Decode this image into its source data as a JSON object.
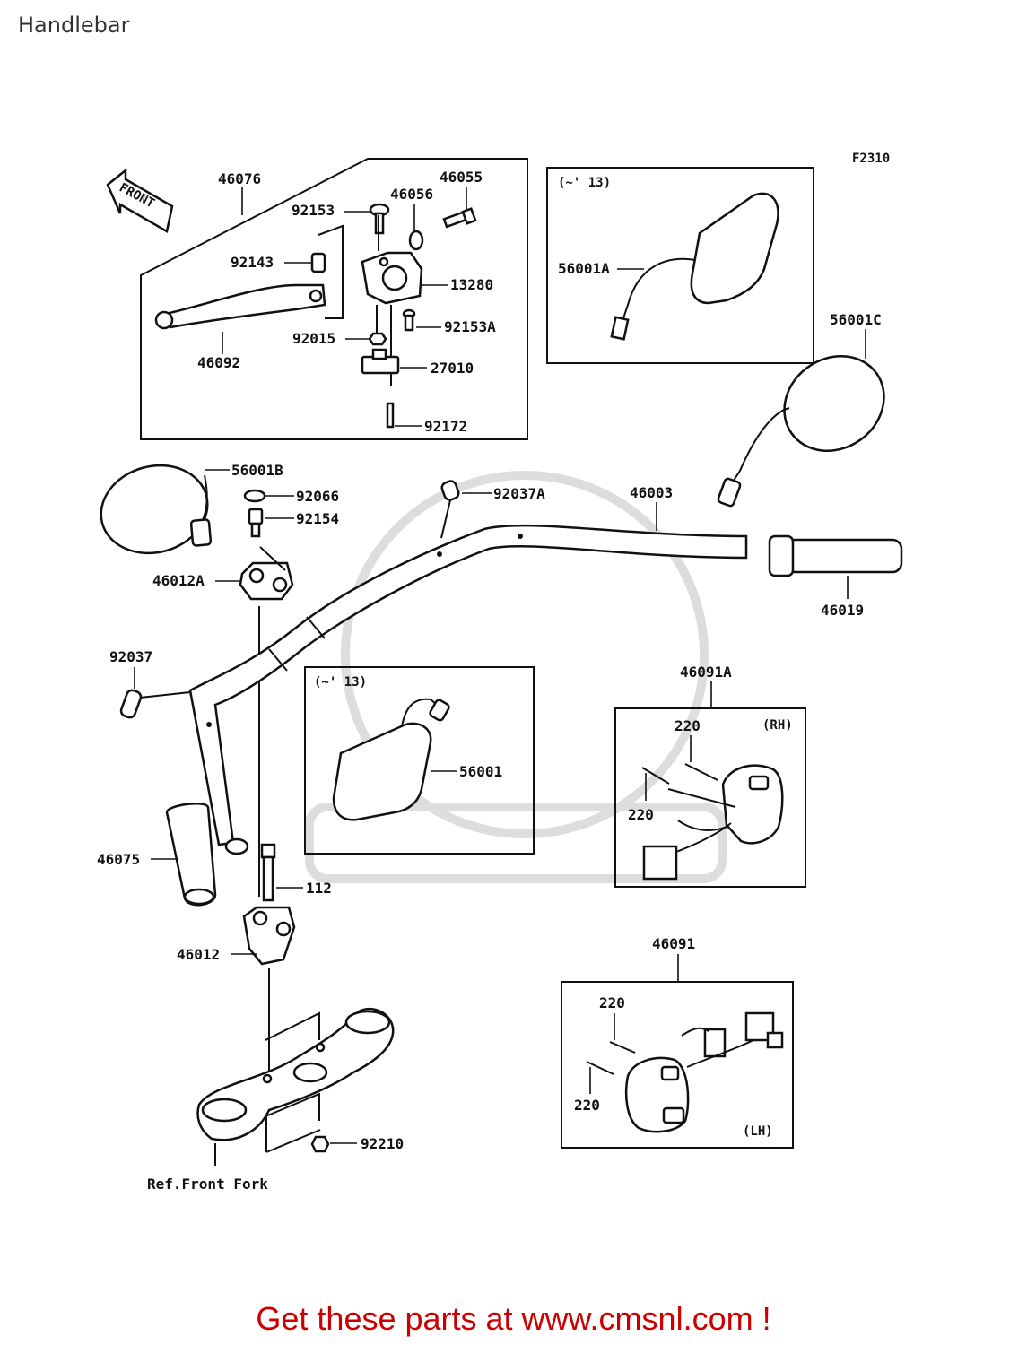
{
  "header": {
    "title": "Handlebar"
  },
  "diagram_code": "F2310",
  "front_label": "FRONT",
  "labels": {
    "l46076": "46076",
    "l46055": "46055",
    "l46056": "46056",
    "l92153": "92153",
    "l92143": "92143",
    "l13280": "13280",
    "l92153A": "92153A",
    "l92015": "92015",
    "l46092": "46092",
    "l27010": "27010",
    "l92172": "92172",
    "l56001A": "56001A",
    "l56001C": "56001C",
    "l56001B": "56001B",
    "l92066": "92066",
    "l92154": "92154",
    "l92037A": "92037A",
    "l46003": "46003",
    "l46012A": "46012A",
    "l46019": "46019",
    "l92037": "92037",
    "l46091A": "46091A",
    "l220a": "220",
    "l220b": "220",
    "lRH": "(RH)",
    "l56001": "56001",
    "l46075": "46075",
    "l112": "112",
    "l46012": "46012",
    "l46091": "46091",
    "l220c": "220",
    "l220d": "220",
    "lLH": "(LH)",
    "l92210": "92210",
    "lRefFork": "Ref.Front Fork",
    "note13a": "(~' 13)",
    "note13b": "(~' 13)"
  },
  "footer": {
    "text": "Get these parts at www.cmsnl.com !"
  },
  "colors": {
    "footer": "#cc0000",
    "title": "#333333",
    "line": "#111111",
    "watermark": "#dddddd"
  }
}
